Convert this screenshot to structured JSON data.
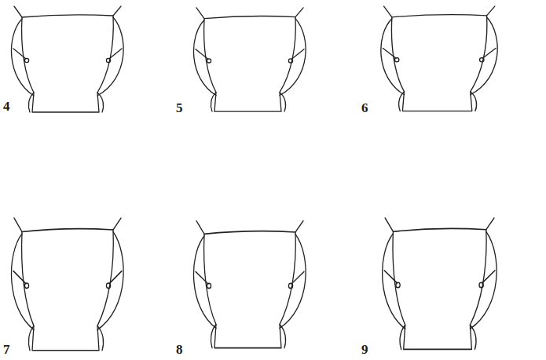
{
  "diagram": {
    "labels": [
      "4",
      "5",
      "6",
      "7",
      "8",
      "9"
    ]
  }
}
